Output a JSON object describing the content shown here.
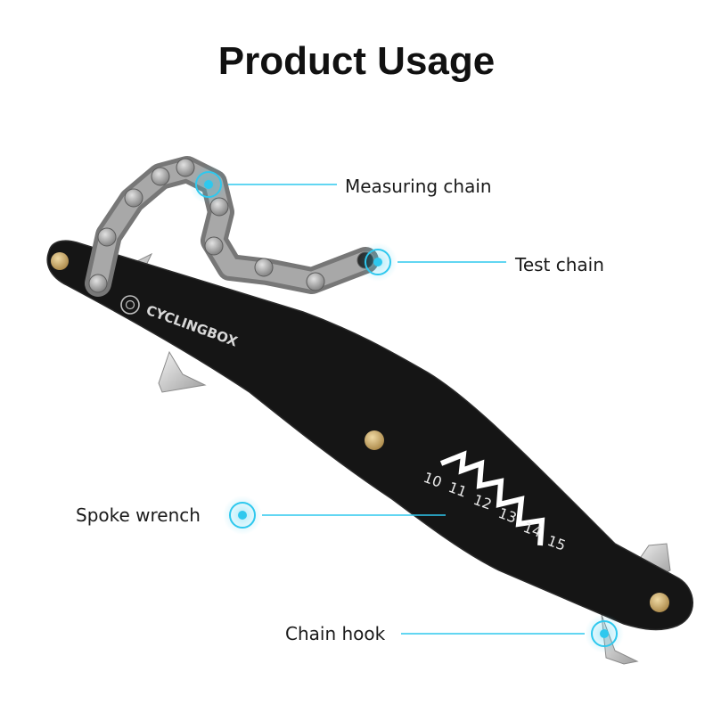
{
  "title": "Product Usage",
  "callouts": {
    "measuring_chain": "Measuring chain",
    "test_chain": "Test chain",
    "spoke_wrench": "Spoke wrench",
    "chain_hook": "Chain hook"
  },
  "tool": {
    "brand": "CYCLINGBOX",
    "scale_labels": [
      "10",
      "11",
      "12",
      "13",
      "14",
      "15"
    ]
  },
  "colors": {
    "tool_body": "#151515",
    "accent": "#2ec8ee",
    "rivet": "#c9a86a",
    "chain_metal": "#9a9a9a"
  },
  "icons": {
    "marker": "target-circle-icon",
    "logo": "cyclingbox-logo-icon"
  }
}
